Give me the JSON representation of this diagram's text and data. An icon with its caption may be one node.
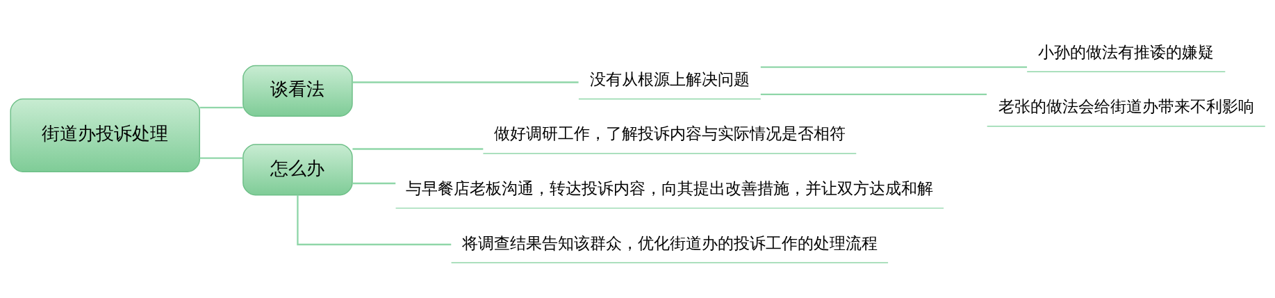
{
  "diagram": {
    "nodes": [
      {
        "text": [
          "街道办投诉处理"
        ]
      },
      {
        "text": [
          "谈看法"
        ]
      },
      {
        "text": [
          "没有从根源上解决问题"
        ]
      },
      {
        "text": [
          "小孙的做法有推诿的嫌疑"
        ]
      },
      {
        "text": [
          "老张的做法会给街道办带来不利影响"
        ]
      },
      {
        "text": [
          "怎么办"
        ]
      },
      {
        "text": [
          "做好调研工作，了解投诉内容与实际情况是否相符"
        ]
      },
      {
        "text": [
          "与早餐店老板沟通，转达投诉内容，向其提出改善措施，并让双方达成和解"
        ]
      },
      {
        "text": [
          "将调查结果告知该群众，优化街道办的投诉工作的处理流程"
        ]
      }
    ],
    "edges": [
      {
        "from": 0,
        "to": 1,
        "arrow": "none"
      },
      {
        "from": 1,
        "to": 2,
        "arrow": "none"
      },
      {
        "from": 2,
        "to": 3,
        "arrow": "none"
      },
      {
        "from": 2,
        "to": 4,
        "arrow": "none"
      },
      {
        "from": 0,
        "to": 5,
        "arrow": "none"
      },
      {
        "from": 5,
        "to": 6,
        "arrow": "none"
      },
      {
        "from": 5,
        "to": 7,
        "arrow": "none"
      },
      {
        "from": 5,
        "to": 8,
        "arrow": "none"
      }
    ]
  }
}
